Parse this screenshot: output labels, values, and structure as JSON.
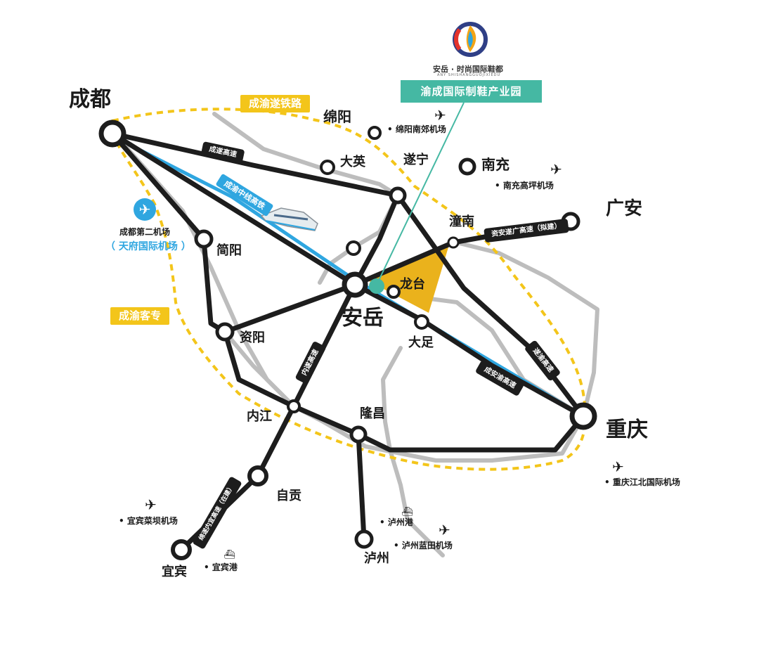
{
  "logo": {
    "brand": "安岳 · 时尚国际鞋都",
    "brand_sub": "ANY SHISHANGGUOJIXIEDU",
    "icon": "logo-icon"
  },
  "park_label": "渝成国际制鞋产业园",
  "railway_labels": {
    "chengyu_sui": "成渝遂铁路",
    "chengyu_kezhuan": "成渝客专"
  },
  "hsr_label": "成渝中线高铁",
  "roads": {
    "chengsui": "成遂高速",
    "neiyi": "内遂高速",
    "zianguang": "资安遂广高速（拟建）",
    "suiyu": "遂渝高速",
    "chenganyu": "成安渝高速",
    "xunei": "绵遂内宜高速（在建）"
  },
  "cities": {
    "chengdu": "成都",
    "chongqing": "重庆",
    "anyue": "安岳",
    "mianyang": "绵阳",
    "nanchong": "南充",
    "guangan": "广安",
    "suining": "遂宁",
    "daying": "大英",
    "tongnan": "潼南",
    "longtai": "龙台",
    "dazu": "大足",
    "jianyang": "简阳",
    "ziyang": "资阳",
    "neijiang": "内江",
    "longchang": "隆昌",
    "zigong": "自贡",
    "luzhou": "泸州",
    "yibin": "宜宾"
  },
  "airports": {
    "mianyang": "绵阳南郊机场",
    "nanchong": "南充高坪机场",
    "chongqing": "重庆江北国际机场",
    "yibin": "宜宾菜坝机场",
    "luzhou": "泸州蓝田机场",
    "chengdu2": "成都第二机场",
    "tianfu": "（ 天府国际机场 ）"
  },
  "ports": {
    "luzhou": "泸州港",
    "yibin": "宜宾港"
  },
  "icons": {
    "airplane": "airplane-icon",
    "ship": "ship-icon",
    "train": "train-icon"
  },
  "colors": {
    "rail": "#b9b9b9",
    "outline": "#f3c51a",
    "hsr": "#2fa6e0",
    "road": "#1d1d1d",
    "park": "#45b8a3",
    "longtai_zone": "#eab21c"
  }
}
